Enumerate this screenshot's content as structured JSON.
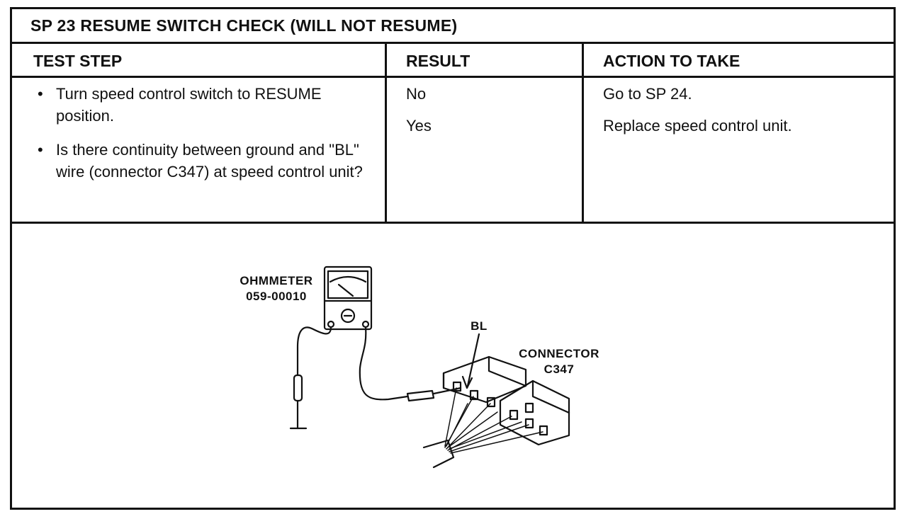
{
  "header": {
    "title": "SP 23 RESUME SWITCH CHECK (WILL NOT RESUME)"
  },
  "columns": {
    "test_step": "TEST STEP",
    "result": "RESULT",
    "action": "ACTION TO TAKE"
  },
  "test_steps": [
    "Turn speed control switch to RESUME position.",
    "Is there continuity between ground and \"BL\" wire (connector C347) at speed control unit?"
  ],
  "results": [
    "No",
    "Yes"
  ],
  "actions": [
    "Go to SP 24.",
    "Replace speed control unit."
  ],
  "diagram": {
    "ohmmeter_label": "OHMMETER",
    "ohmmeter_part": "059-00010",
    "wire_label": "BL",
    "connector_label": "CONNECTOR",
    "connector_id": "C347"
  }
}
